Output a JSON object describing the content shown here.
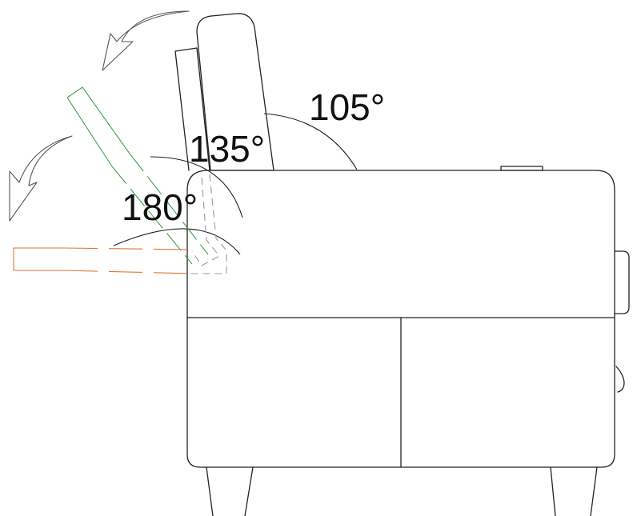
{
  "labels": {
    "angle_105": "105°",
    "angle_135": "135°",
    "angle_180": "180°"
  },
  "colors": {
    "outline": "#222222",
    "dashed_gray": "#9a9a9a",
    "position_135": "#3aa34a",
    "position_180": "#e0763a",
    "arrow_stroke": "#555555"
  },
  "icons": [
    "recline-arrow-icon",
    "recline-arrow-icon"
  ]
}
